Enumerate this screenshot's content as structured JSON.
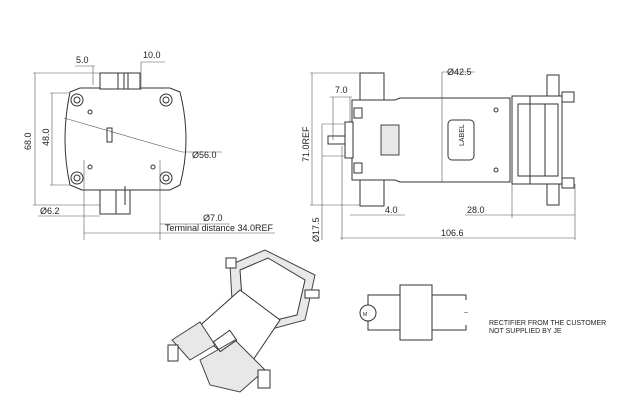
{
  "front_view": {
    "dim_width_5": "5.0",
    "dim_width_10": "10.0",
    "dim_height_68": "68.0",
    "dim_height_48": "48.0",
    "dim_diameter_56": "Ø56.0",
    "dim_diameter_6_2": "Ø6.2",
    "dim_diameter_7": "Ø7.0",
    "terminal_distance": "Terminal distance 34.0REF"
  },
  "side_view": {
    "dim_diameter_42_5": "Ø42.5",
    "dim_7": "7.0",
    "dim_height_71": "71.0REF",
    "dim_diameter_17_5": "Ø17.5",
    "dim_4": "4.0",
    "dim_28": "28.0",
    "dim_length": "106.6",
    "label_text": "LABEL"
  },
  "schematic": {
    "source_label": "M",
    "note_line1": "RECTIFIER FROM THE CUSTOMER",
    "note_line2": "NOT SUPPLIED BY JE"
  }
}
